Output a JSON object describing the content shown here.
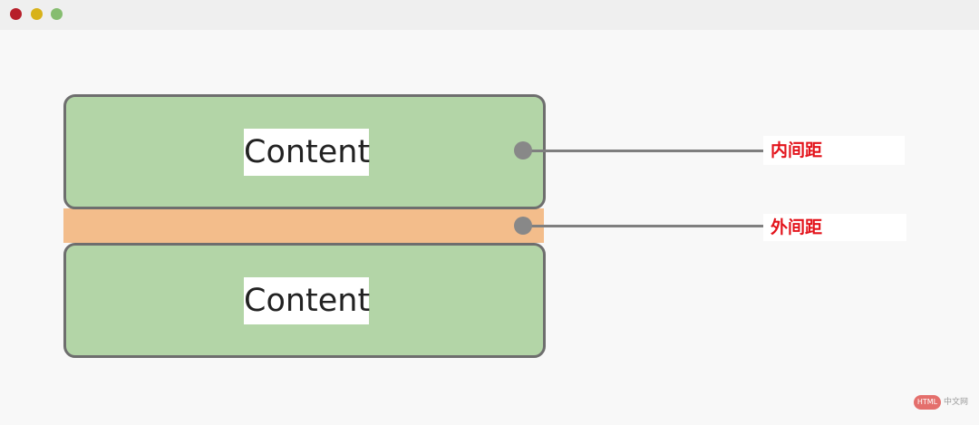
{
  "window": {
    "controls": [
      {
        "name": "close",
        "color": "#b71f2a"
      },
      {
        "name": "minimize",
        "color": "#d8b21a"
      },
      {
        "name": "maximize",
        "color": "#86bd70"
      }
    ]
  },
  "diagram": {
    "boxes": [
      {
        "label": "Content",
        "fill": "#b3d5a7"
      },
      {
        "label": "Content",
        "fill": "#b3d5a7"
      }
    ],
    "margin_band_color": "#f3bd8b",
    "annotations": [
      {
        "label": "内间距"
      },
      {
        "label": "外间距"
      }
    ]
  },
  "watermark": {
    "badge": "HTML",
    "text": "中文网"
  }
}
